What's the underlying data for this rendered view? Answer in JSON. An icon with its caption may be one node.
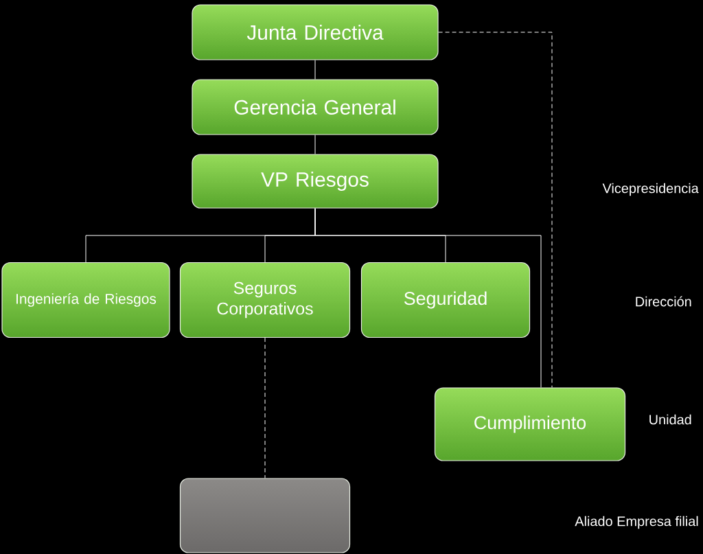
{
  "diagram": {
    "nodes": [
      {
        "text": [
          "Junta Directiva"
        ]
      },
      {
        "text": [
          "Gerencia General"
        ]
      },
      {
        "text": [
          "VP Riesgos"
        ]
      },
      {
        "text": [
          "Ingeniería de Riesgos"
        ]
      },
      {
        "text": [
          "Seguros Corporativos"
        ]
      },
      {
        "text": [
          "Seguridad"
        ]
      },
      {
        "text": [
          "Cumplimiento"
        ]
      },
      {
        "text": [],
        "shape": "box"
      }
    ],
    "edges": [
      {
        "from": 0,
        "to": 1,
        "arrow": "none"
      },
      {
        "from": 1,
        "to": 2,
        "arrow": "none"
      },
      {
        "from": 2,
        "to": 3,
        "arrow": "none"
      },
      {
        "from": 2,
        "to": 4,
        "arrow": "none"
      },
      {
        "from": 2,
        "to": 5,
        "arrow": "none"
      },
      {
        "from": 2,
        "to": 6,
        "arrow": "none"
      },
      {
        "from": 0,
        "to": 6,
        "arrow": "none",
        "style": "dashed"
      },
      {
        "from": 4,
        "to": 7,
        "arrow": "none",
        "style": "dashed"
      }
    ],
    "labels": [
      "Vicepresidencia",
      "Dirección",
      "Unidad",
      "Aliado Empresa filial"
    ]
  }
}
